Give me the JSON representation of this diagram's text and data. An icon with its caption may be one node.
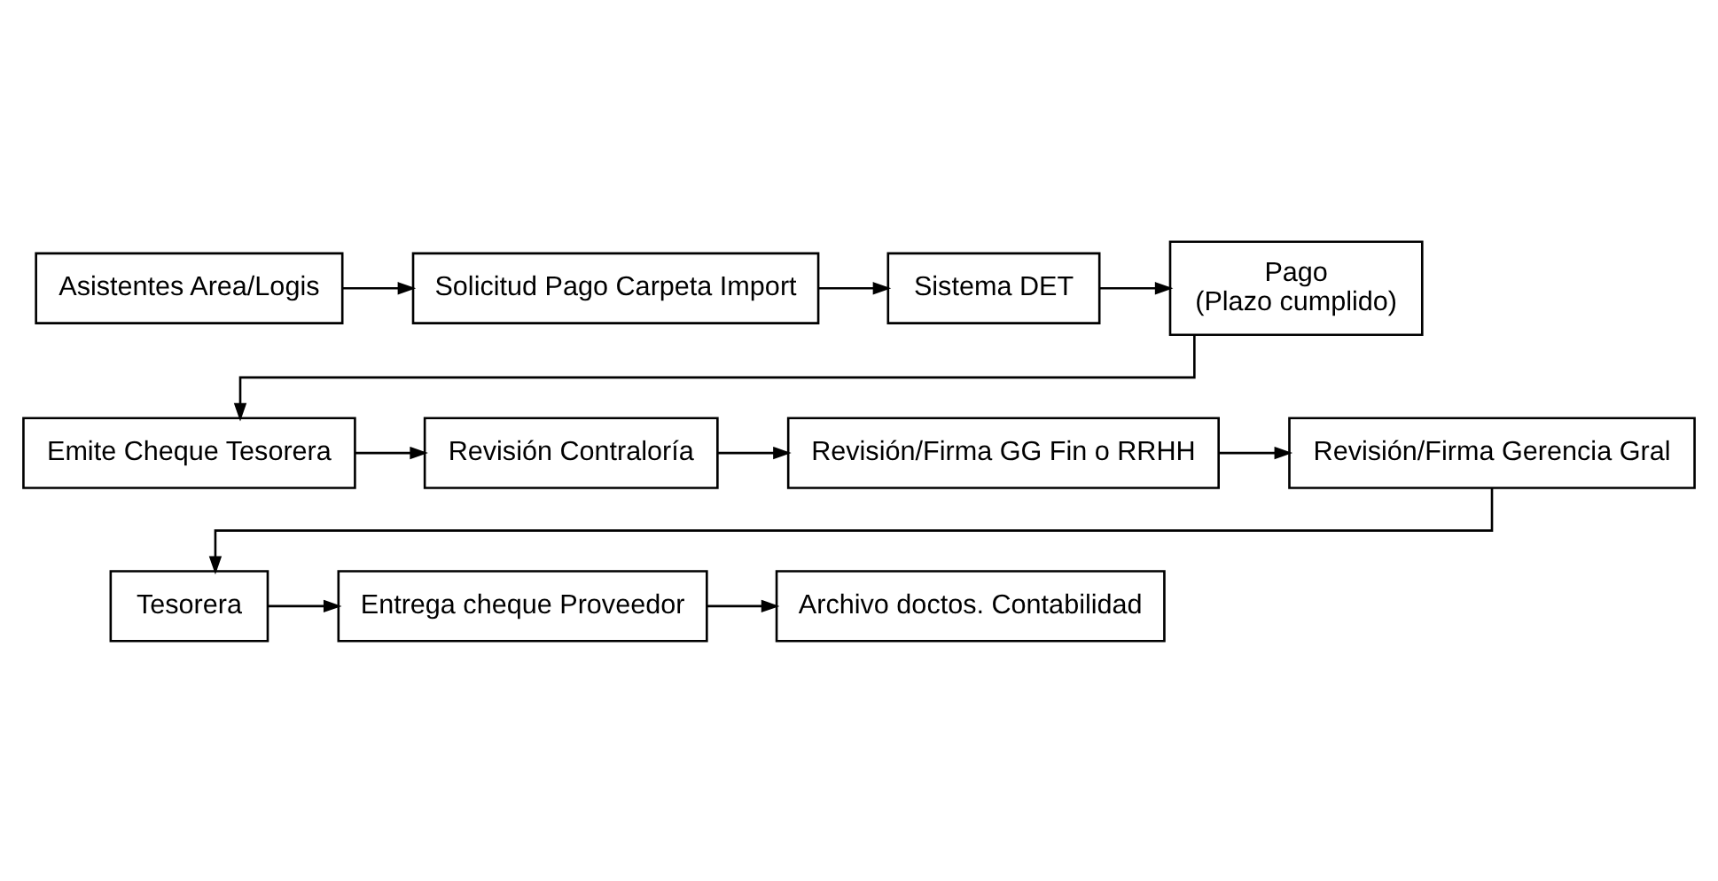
{
  "diagram": {
    "nodes": [
      {
        "text": [
          "Asistentes Area/Logis"
        ]
      },
      {
        "text": [
          "Solicitud Pago Carpeta Import"
        ]
      },
      {
        "text": [
          "Sistema DET"
        ]
      },
      {
        "text": [
          "Pago",
          "(Plazo cumplido)"
        ]
      },
      {
        "text": [
          "Emite Cheque Tesorera"
        ]
      },
      {
        "text": [
          "Revisión Contraloría"
        ]
      },
      {
        "text": [
          "Revisión/Firma GG Fin o RRHH"
        ]
      },
      {
        "text": [
          "Revisión/Firma Gerencia Gral"
        ]
      },
      {
        "text": [
          "Tesorera"
        ]
      },
      {
        "text": [
          "Entrega cheque Proveedor"
        ]
      },
      {
        "text": [
          "Archivo doctos. Contabilidad"
        ]
      }
    ],
    "edges": [
      {
        "from": 0,
        "to": 1,
        "arrow": "to"
      },
      {
        "from": 1,
        "to": 2,
        "arrow": "to"
      },
      {
        "from": 2,
        "to": 3,
        "arrow": "to"
      },
      {
        "from": 3,
        "to": 4,
        "arrow": "to"
      },
      {
        "from": 4,
        "to": 5,
        "arrow": "to"
      },
      {
        "from": 5,
        "to": 6,
        "arrow": "to"
      },
      {
        "from": 6,
        "to": 7,
        "arrow": "to"
      },
      {
        "from": 7,
        "to": 8,
        "arrow": "to"
      },
      {
        "from": 8,
        "to": 9,
        "arrow": "to"
      },
      {
        "from": 9,
        "to": 10,
        "arrow": "to"
      }
    ]
  }
}
